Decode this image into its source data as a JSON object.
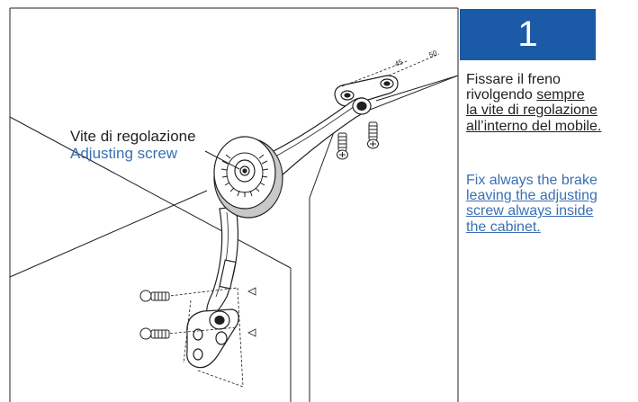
{
  "step": {
    "number": "1"
  },
  "callout": {
    "label_it": "Vite di regolazione",
    "label_en": "Adjusting screw"
  },
  "instructions_it": {
    "line1": "Fissare il freno",
    "line2_plain": "rivolgendo ",
    "line2_underlined": "sempre",
    "line3": "la vite di regolazione",
    "line4": "all’interno del mobile."
  },
  "instructions_en": {
    "line1_plain": "Fix always the brake",
    "line2": "leaving the adjusting",
    "line3": "screw always inside",
    "line4": "the cabinet."
  },
  "dimension_labels": {
    "d1": "45",
    "d2": "50"
  },
  "colors": {
    "step_box": "#1b5aa6",
    "english_text": "#3a6fb3",
    "line_art": "#231f20"
  }
}
